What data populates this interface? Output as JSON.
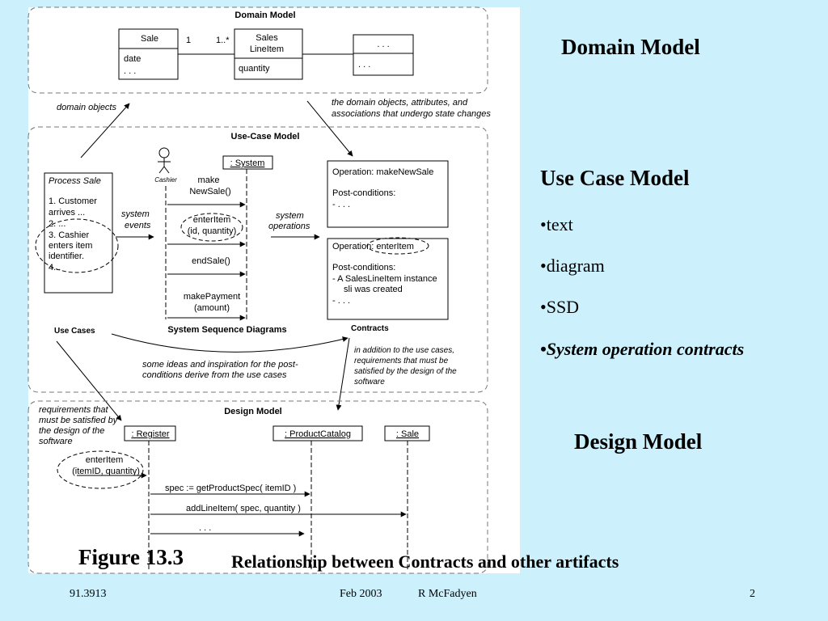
{
  "right_panel": {
    "domain_model_heading": "Domain Model",
    "use_case_heading": "Use Case Model",
    "use_case_items": [
      "•text",
      "•diagram",
      "•SSD",
      "•System operation contracts"
    ],
    "design_model_heading": "Design Model"
  },
  "caption": {
    "label": "Figure 13.3",
    "text": "Relationship between Contracts and other artifacts"
  },
  "footer": {
    "course": "91.3913",
    "date": "Feb 2003",
    "author": "R McFadyen",
    "page": "2"
  },
  "diagram": {
    "domain_model": {
      "title": "Domain Model",
      "sale": {
        "name": "Sale",
        "attrs": [
          "date",
          ". . ."
        ]
      },
      "line_item": {
        "name_lines": [
          "Sales",
          "LineItem"
        ],
        "attrs": [
          "quantity"
        ]
      },
      "other": {
        "name": ". . .",
        "attrs": [
          ". . ."
        ]
      },
      "mult_left": "1",
      "mult_right": "1..*"
    },
    "annotations": {
      "domain_objects": "domain objects",
      "state_change": [
        "the domain objects, attributes, and",
        "associations that undergo state changes"
      ],
      "system_events": [
        "system",
        "events"
      ],
      "system_operations": [
        "system",
        "operations"
      ],
      "ideas": [
        "some ideas and inspiration for the post-",
        "conditions derive from the use cases"
      ],
      "in_addition": [
        "in addition to the use cases,",
        "requirements that must be",
        "satisfied by the design of the",
        "software"
      ],
      "requirements": [
        "requirements that",
        "must be satisfied by",
        "the design of the",
        "software"
      ]
    },
    "use_case_model": {
      "title": "Use-Case Model",
      "process_sale": {
        "title": "Process Sale",
        "lines": [
          "1. Customer",
          "arrives ...",
          "2. ...",
          "3. Cashier",
          "enters item",
          "identifier.",
          "4..."
        ]
      },
      "cashier": "Cashier",
      "system": ": System",
      "messages": [
        [
          "make",
          "NewSale()"
        ],
        [
          "enterItem",
          "(id, quantity)"
        ],
        [
          "endSale()"
        ],
        [
          "makePayment",
          "(amount)"
        ]
      ],
      "ssd_label": "System Sequence Diagrams",
      "use_cases_label": "Use Cases",
      "contracts_label": "Contracts",
      "contract1": {
        "op": "Operation: makeNewSale",
        "post": "Post-conditions:",
        "line": "- . . ."
      },
      "contract2": {
        "op": "Operation: enterItem",
        "post": "Post-conditions:",
        "lines": [
          "- A SalesLineItem instance",
          "sli was created",
          "- . . ."
        ]
      }
    },
    "design_model": {
      "title": "Design Model",
      "register": ": Register",
      "catalog": ": ProductCatalog",
      "sale": ": Sale",
      "enter_item": [
        "enterItem",
        "(itemID, quantity)"
      ],
      "spec_msg": "spec := getProductSpec( itemID )",
      "add_msg": "addLineItem( spec, quantity )",
      "dots": ". . ."
    }
  }
}
